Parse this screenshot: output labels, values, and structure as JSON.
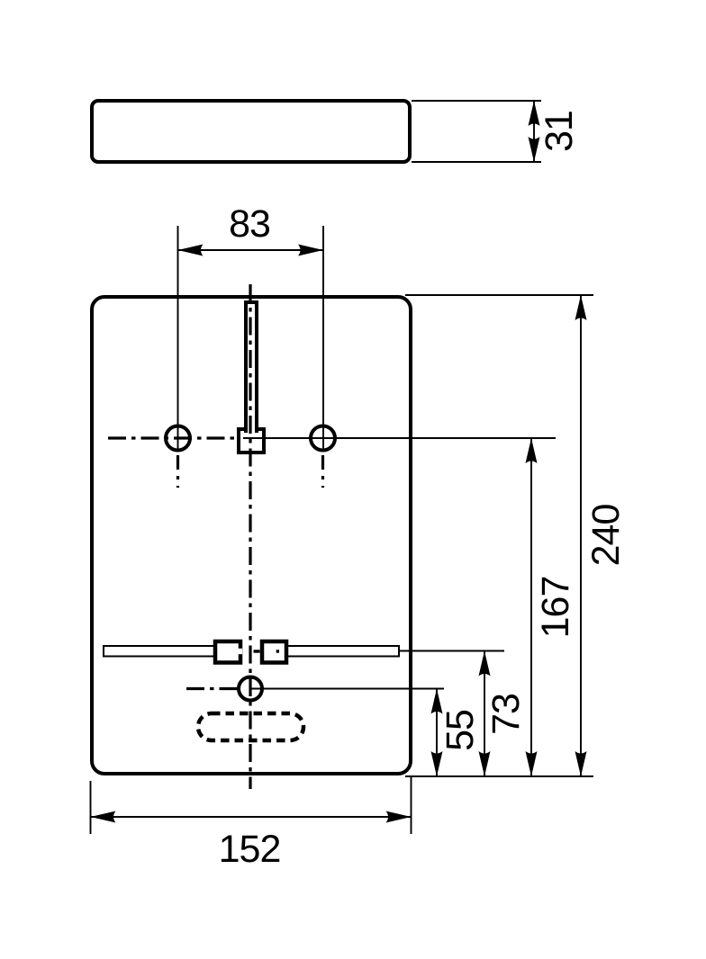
{
  "colors": {
    "line": "#000000",
    "background": "#ffffff"
  },
  "side_view": {
    "thickness": "31"
  },
  "front_view": {
    "hole_spacing": "83",
    "overall_height": "240",
    "hole_axis_height": "167",
    "rail_axis_height": "73",
    "lower_hole_height": "55",
    "overall_width": "152"
  }
}
